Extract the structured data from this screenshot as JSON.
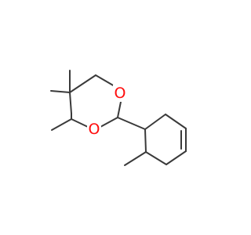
{
  "molecule": {
    "atoms": [
      {
        "id": "o1",
        "label": "O"
      },
      {
        "id": "o2",
        "label": "O"
      }
    ]
  },
  "colors": {
    "bond": "#3a3a3a",
    "oxygen": "#ff0d0d",
    "background": "#ffffff"
  }
}
